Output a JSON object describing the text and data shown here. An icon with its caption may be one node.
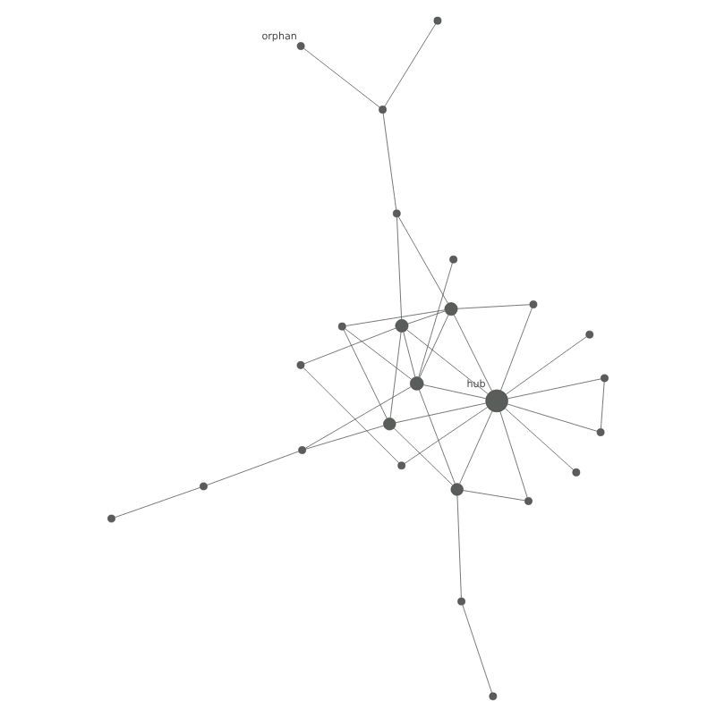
{
  "diagram": {
    "nodes": [
      {
        "text": [],
        "shape": "circle"
      },
      {
        "text": [],
        "shape": "circle"
      },
      {
        "text": [],
        "shape": "circle",
        "beside": [
          "orphan"
        ]
      },
      {
        "text": [],
        "shape": "circle"
      },
      {
        "text": [],
        "shape": "circle"
      },
      {
        "text": [],
        "shape": "circle"
      },
      {
        "text": [],
        "shape": "circle"
      },
      {
        "text": [],
        "shape": "circle"
      },
      {
        "text": [],
        "shape": "circle"
      },
      {
        "text": [],
        "shape": "circle",
        "beside": [
          "hub"
        ]
      },
      {
        "text": [],
        "shape": "circle"
      },
      {
        "text": [],
        "shape": "circle"
      },
      {
        "text": [],
        "shape": "circle"
      },
      {
        "text": [],
        "shape": "circle"
      },
      {
        "text": [],
        "shape": "circle"
      },
      {
        "text": [],
        "shape": "circle"
      },
      {
        "text": [],
        "shape": "circle"
      },
      {
        "text": [],
        "shape": "circle"
      },
      {
        "text": [],
        "shape": "circle"
      },
      {
        "text": [],
        "shape": "circle"
      },
      {
        "text": [],
        "shape": "circle"
      },
      {
        "text": [],
        "shape": "circle"
      },
      {
        "text": [],
        "shape": "circle"
      },
      {
        "text": [],
        "shape": "circle"
      },
      {
        "text": [],
        "shape": "circle"
      }
    ],
    "edges": [
      {
        "from": 0,
        "to": 1,
        "arrow": "none"
      },
      {
        "from": 0,
        "to": 9,
        "arrow": "none"
      },
      {
        "from": 1,
        "to": 9,
        "arrow": "none"
      },
      {
        "from": 4,
        "to": 9,
        "arrow": "none"
      },
      {
        "from": 2,
        "to": 7,
        "arrow": "none"
      },
      {
        "from": 7,
        "to": 11,
        "arrow": "none"
      },
      {
        "from": 7,
        "to": 8,
        "arrow": "none"
      },
      {
        "from": 8,
        "to": 10,
        "arrow": "none"
      },
      {
        "from": 8,
        "to": 13,
        "arrow": "none"
      },
      {
        "from": 5,
        "to": 13,
        "arrow": "none"
      },
      {
        "from": 5,
        "to": 9,
        "arrow": "none"
      },
      {
        "from": 3,
        "to": 10,
        "arrow": "none"
      },
      {
        "from": 3,
        "to": 6,
        "arrow": "none"
      },
      {
        "from": 6,
        "to": 9,
        "arrow": "none"
      },
      {
        "from": 10,
        "to": 9,
        "arrow": "none"
      },
      {
        "from": 13,
        "to": 9,
        "arrow": "none"
      },
      {
        "from": 15,
        "to": 9,
        "arrow": "none"
      },
      {
        "from": 12,
        "to": 9,
        "arrow": "none"
      },
      {
        "from": 14,
        "to": 9,
        "arrow": "none"
      },
      {
        "from": 17,
        "to": 9,
        "arrow": "none"
      },
      {
        "from": 19,
        "to": 9,
        "arrow": "none"
      },
      {
        "from": 10,
        "to": 13,
        "arrow": "none"
      },
      {
        "from": 10,
        "to": 15,
        "arrow": "none"
      },
      {
        "from": 10,
        "to": 19,
        "arrow": "none"
      },
      {
        "from": 13,
        "to": 15,
        "arrow": "none"
      },
      {
        "from": 15,
        "to": 16,
        "arrow": "none"
      },
      {
        "from": 15,
        "to": 17,
        "arrow": "none"
      },
      {
        "from": 13,
        "to": 18,
        "arrow": "none"
      },
      {
        "from": 18,
        "to": 15,
        "arrow": "none"
      },
      {
        "from": 18,
        "to": 19,
        "arrow": "none"
      },
      {
        "from": 19,
        "to": 17,
        "arrow": "none"
      },
      {
        "from": 14,
        "to": 17,
        "arrow": "none"
      },
      {
        "from": 17,
        "to": 20,
        "arrow": "none"
      },
      {
        "from": 20,
        "to": 24,
        "arrow": "none"
      },
      {
        "from": 21,
        "to": 15,
        "arrow": "none"
      },
      {
        "from": 21,
        "to": 19,
        "arrow": "none"
      },
      {
        "from": 21,
        "to": 23,
        "arrow": "none"
      },
      {
        "from": 23,
        "to": 22,
        "arrow": "none"
      }
    ]
  }
}
